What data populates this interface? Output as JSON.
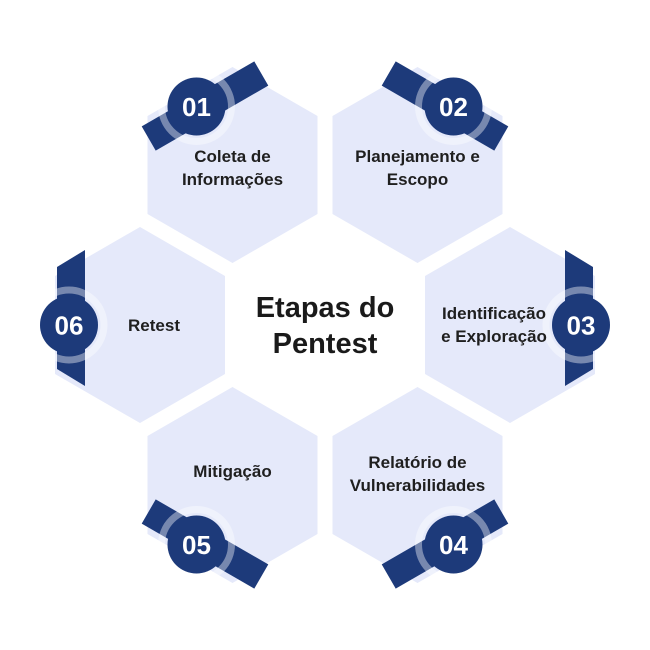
{
  "title": {
    "line1": "Etapas do",
    "line2": "Pentest"
  },
  "colors": {
    "navy": "#1d3a7a",
    "hex_fill": "#e5e9fa",
    "title_text": "#1a1a1a",
    "label_text": "#1f1f1f",
    "badge_number_text": "#ffffff",
    "badge_ring": "rgba(255,255,255,0.4)",
    "background": "#ffffff"
  },
  "steps": [
    {
      "number": "01",
      "label_lines": [
        "Coleta de",
        "Informações"
      ]
    },
    {
      "number": "02",
      "label_lines": [
        "Planejamento e",
        "Escopo"
      ]
    },
    {
      "number": "03",
      "label_lines": [
        "Identificação",
        "e Exploração"
      ]
    },
    {
      "number": "04",
      "label_lines": [
        "Relatório de",
        "Vulnerabilidades"
      ]
    },
    {
      "number": "05",
      "label_lines": [
        "Mitigação"
      ]
    },
    {
      "number": "06",
      "label_lines": [
        "Retest"
      ]
    }
  ]
}
